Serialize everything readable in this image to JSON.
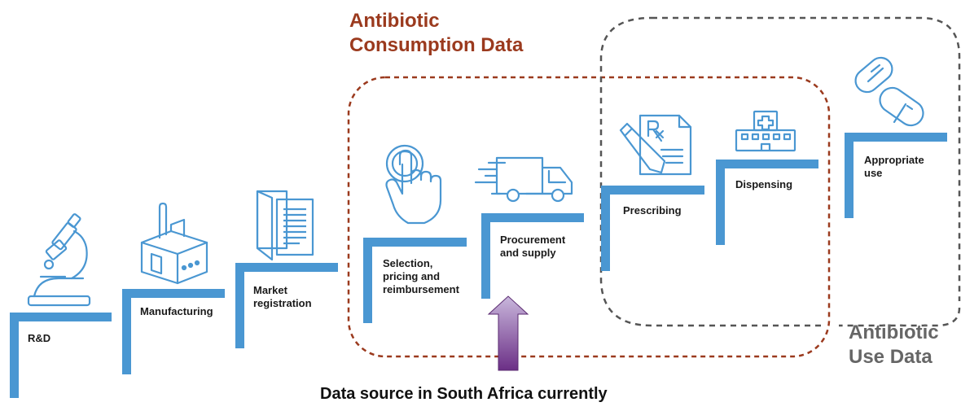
{
  "colors": {
    "step": "#4a97d2",
    "icon": "#4a97d2",
    "consumption": "#9b3a1e",
    "use": "#666666",
    "arrow_top": "#c9b7dc",
    "arrow_bottom": "#6b2f86"
  },
  "steps": [
    {
      "label": "R&D",
      "icon": "microscope-icon"
    },
    {
      "label": "Manufacturing",
      "icon": "factory-icon"
    },
    {
      "label": "Market\nregistration",
      "icon": "documents-icon"
    },
    {
      "label": "Selection,\npricing and\nreimbursement",
      "icon": "hand-pointer-icon"
    },
    {
      "label": "Procurement\nand supply",
      "icon": "delivery-truck-icon"
    },
    {
      "label": "Prescribing",
      "icon": "prescription-icon"
    },
    {
      "label": "Dispensing",
      "icon": "hospital-icon"
    },
    {
      "label": "Appropriate\nuse",
      "icon": "pills-icon"
    }
  ],
  "regions": {
    "consumption_label": "Antibiotic\nConsumption Data",
    "use_label": "Antibiotic\nUse Data"
  },
  "footer": {
    "label": "Data source in South Africa currently"
  }
}
